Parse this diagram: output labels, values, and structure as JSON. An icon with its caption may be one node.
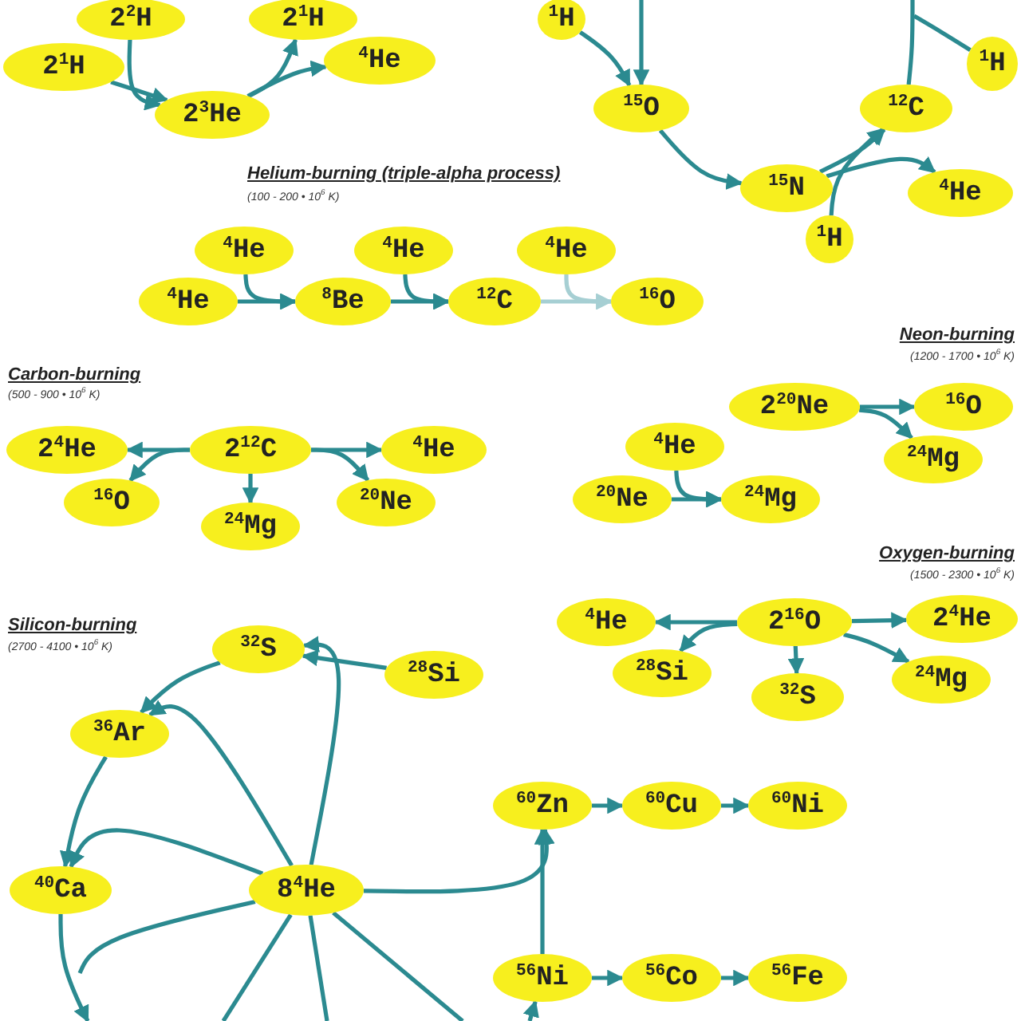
{
  "diagram": {
    "nodes": [
      {
        "text": [
          "2$^{2}$H"
        ]
      },
      {
        "text": [
          "2$^{1}$H"
        ]
      },
      {
        "text": [
          "2$^{3}$He"
        ]
      },
      {
        "text": [
          "2$^{1}$H"
        ]
      },
      {
        "text": [
          "$^{4}$He"
        ]
      },
      {
        "text": [
          "$^{1}$H"
        ]
      },
      {
        "text": [
          "$^{15}$O"
        ]
      },
      {
        "text": [
          "$^{15}$N"
        ]
      },
      {
        "text": [
          "$^{1}$H"
        ]
      },
      {
        "text": [
          "$^{12}$C"
        ]
      },
      {
        "text": [
          "$^{4}$He"
        ]
      },
      {
        "text": [
          "$^{1}$H"
        ]
      },
      {
        "text": [
          "$^{4}$He"
        ]
      },
      {
        "text": [
          "$^{4}$He"
        ]
      },
      {
        "text": [
          "$^{8}$Be"
        ]
      },
      {
        "text": [
          "$^{4}$He"
        ]
      },
      {
        "text": [
          "$^{12}$C"
        ]
      },
      {
        "text": [
          "$^{4}$He"
        ]
      },
      {
        "text": [
          "$^{16}$O"
        ]
      },
      {
        "text": [
          "2$^{4}$He"
        ]
      },
      {
        "text": [
          "2$^{12}$C"
        ]
      },
      {
        "text": [
          "$^{4}$He"
        ]
      },
      {
        "text": [
          "$^{16}$O"
        ]
      },
      {
        "text": [
          "$^{24}$Mg"
        ]
      },
      {
        "text": [
          "$^{20}$Ne"
        ]
      },
      {
        "text": [
          "2$^{20}$Ne"
        ]
      },
      {
        "text": [
          "$^{16}$O"
        ]
      },
      {
        "text": [
          "$^{24}$Mg"
        ]
      },
      {
        "text": [
          "$^{4}$He"
        ]
      },
      {
        "text": [
          "$^{20}$Ne"
        ]
      },
      {
        "text": [
          "$^{24}$Mg"
        ]
      },
      {
        "text": [
          "$^{4}$He"
        ]
      },
      {
        "text": [
          "2$^{16}$O"
        ]
      },
      {
        "text": [
          "2$^{4}$He"
        ]
      },
      {
        "text": [
          "$^{28}$Si"
        ]
      },
      {
        "text": [
          "$^{32}$S"
        ]
      },
      {
        "text": [
          "$^{24}$Mg"
        ]
      },
      {
        "text": [
          "$^{32}$S"
        ]
      },
      {
        "text": [
          "$^{28}$Si"
        ]
      },
      {
        "text": [
          "$^{36}$Ar"
        ]
      },
      {
        "text": [
          "$^{40}$Ca"
        ]
      },
      {
        "text": [
          "8$^{4}$He"
        ]
      },
      {
        "text": [
          "$^{60}$Zn"
        ]
      },
      {
        "text": [
          "$^{60}$Cu"
        ]
      },
      {
        "text": [
          "$^{60}$Ni"
        ]
      },
      {
        "text": [
          "$^{56}$Ni"
        ]
      },
      {
        "text": [
          "$^{56}$Co"
        ]
      },
      {
        "text": [
          "$^{56}$Fe"
        ]
      }
    ],
    "edges": [
      {
        "from": 0,
        "to": 2,
        "arrow": "to"
      },
      {
        "from": 1,
        "to": 2,
        "arrow": "to"
      },
      {
        "from": 2,
        "to": 3,
        "arrow": "to"
      },
      {
        "from": 2,
        "to": 4,
        "arrow": "to"
      },
      {
        "from": 5,
        "to": 6,
        "arrow": "to"
      },
      {
        "from": null,
        "to": 6,
        "arrow": "to"
      },
      {
        "from": 6,
        "to": 7,
        "arrow": "to"
      },
      {
        "from": 7,
        "to": 9,
        "arrow": "to"
      },
      {
        "from": 8,
        "to": 9,
        "arrow": "to"
      },
      {
        "from": 7,
        "to": 10,
        "arrow": "to"
      },
      {
        "from": 9,
        "to": null,
        "arrow": "none"
      },
      {
        "from": 11,
        "to": null,
        "arrow": "none"
      },
      {
        "from": 12,
        "to": 14,
        "arrow": "to"
      },
      {
        "from": 13,
        "to": 14,
        "arrow": "to"
      },
      {
        "from": 14,
        "to": 16,
        "arrow": "to"
      },
      {
        "from": 15,
        "to": 16,
        "arrow": "to"
      },
      {
        "from": 16,
        "to": 18,
        "arrow": "to",
        "color": "#a6cfd3"
      },
      {
        "from": 17,
        "to": 18,
        "arrow": "to",
        "color": "#a6cfd3"
      },
      {
        "from": 20,
        "to": 19,
        "arrow": "to"
      },
      {
        "from": 20,
        "to": 22,
        "arrow": "to"
      },
      {
        "from": 20,
        "to": 23,
        "arrow": "to"
      },
      {
        "from": 20,
        "to": 24,
        "arrow": "to"
      },
      {
        "from": 20,
        "to": 21,
        "arrow": "to"
      },
      {
        "from": 25,
        "to": 26,
        "arrow": "to"
      },
      {
        "from": 25,
        "to": 27,
        "arrow": "to"
      },
      {
        "from": 29,
        "to": 30,
        "arrow": "to"
      },
      {
        "from": 28,
        "to": 30,
        "arrow": "to"
      },
      {
        "from": 32,
        "to": 31,
        "arrow": "to"
      },
      {
        "from": 32,
        "to": 34,
        "arrow": "to"
      },
      {
        "from": 32,
        "to": 35,
        "arrow": "to"
      },
      {
        "from": 32,
        "to": 36,
        "arrow": "to"
      },
      {
        "from": 32,
        "to": 33,
        "arrow": "to"
      },
      {
        "from": 38,
        "to": 37,
        "arrow": "to"
      },
      {
        "from": 41,
        "to": 37,
        "arrow": "to"
      },
      {
        "from": 37,
        "to": 39,
        "arrow": "to"
      },
      {
        "from": 41,
        "to": 39,
        "arrow": "to"
      },
      {
        "from": 39,
        "to": 40,
        "arrow": "to"
      },
      {
        "from": 41,
        "to": 40,
        "arrow": "to"
      },
      {
        "from": 40,
        "to": null,
        "arrow": "to"
      },
      {
        "from": 41,
        "to": null,
        "arrow": "none"
      },
      {
        "from": 41,
        "to": null,
        "arrow": "none"
      },
      {
        "from": 41,
        "to": null,
        "arrow": "none"
      },
      {
        "from": 41,
        "to": null,
        "arrow": "none"
      },
      {
        "from": 41,
        "to": 42,
        "arrow": "to"
      },
      {
        "from": 45,
        "to": 42,
        "arrow": "to"
      },
      {
        "from": null,
        "to": 45,
        "arrow": "to"
      },
      {
        "from": 42,
        "to": 43,
        "arrow": "to"
      },
      {
        "from": 43,
        "to": 44,
        "arrow": "to"
      },
      {
        "from": 45,
        "to": 46,
        "arrow": "to"
      },
      {
        "from": 46,
        "to": 47,
        "arrow": "to"
      }
    ],
    "labels": [
      "Helium-burning (triple-alpha process)",
      "(100 - 200 • 10$^{6}$ K)",
      "Carbon-burning",
      "(500 - 900 • 10$^{6}$ K)",
      "Neon-burning",
      "(1200 - 1700 • 10$^{6}$ K)",
      "Oxygen-burning",
      "(1500 - 2300 • 10$^{6}$ K)",
      "Silicon-burning",
      "(2700 - 4100 • 10$^{6}$ K)"
    ]
  }
}
